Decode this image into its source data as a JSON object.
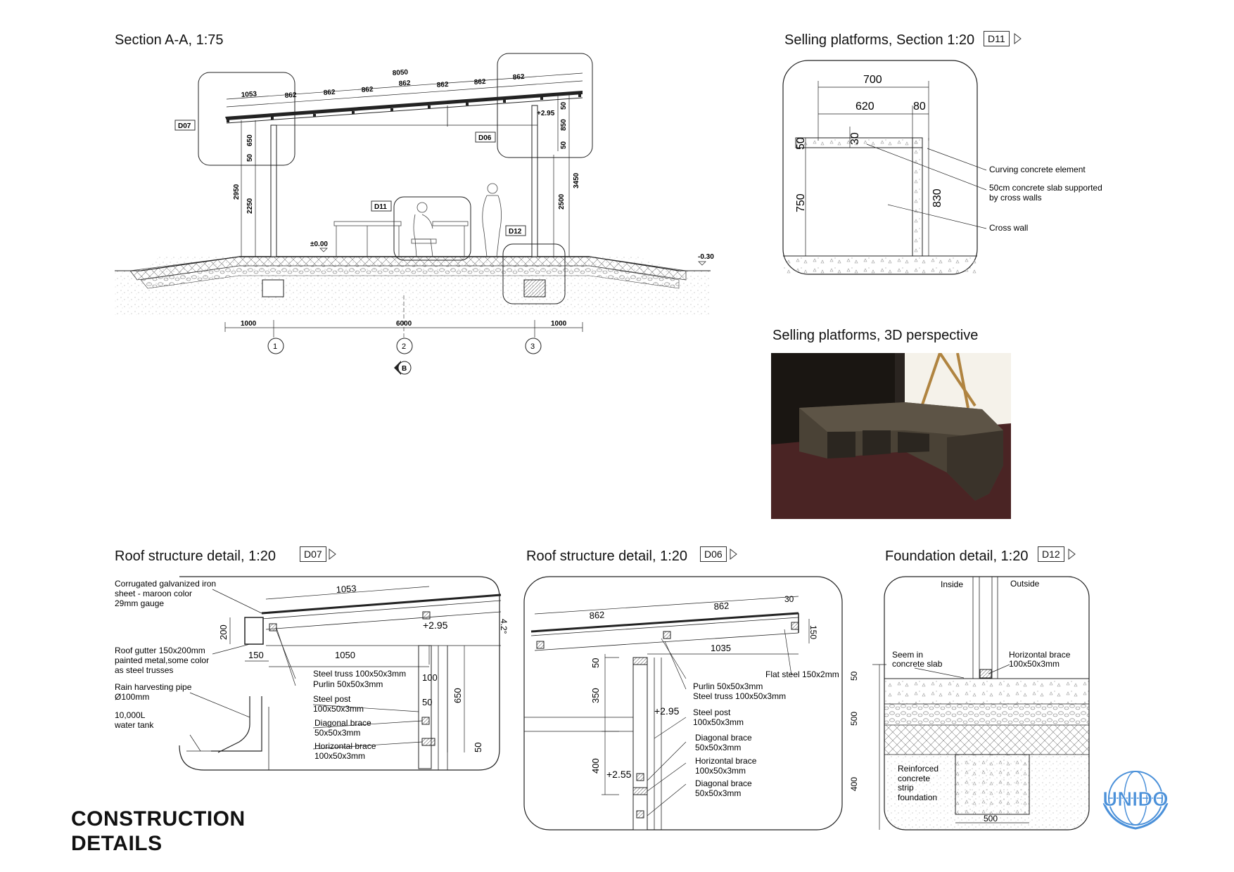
{
  "titles": {
    "section_aa": "Section A-A, 1:75",
    "platform_section": "Selling platforms, Section 1:20",
    "platform_3d": "Selling platforms, 3D perspective",
    "roof_d07": "Roof structure detail, 1:20",
    "roof_d06": "Roof structure detail, 1:20",
    "foundation": "Foundation detail, 1:20"
  },
  "tags": {
    "d07": "D07",
    "d06": "D06",
    "d11": "D11",
    "d12": "D12"
  },
  "page_title": {
    "line1": "CONSTRUCTION",
    "line2": "DETAILS"
  },
  "logo": {
    "text": "UNIDO"
  },
  "section": {
    "total_roof": "8050",
    "roof_segments": [
      "1053",
      "862",
      "862",
      "862",
      "862",
      "862",
      "862",
      "862"
    ],
    "post_left": [
      "650",
      "50",
      "2950",
      "2250"
    ],
    "post_right": [
      "50",
      "850",
      "50",
      "3450",
      "2500"
    ],
    "level_top": "+2.95",
    "level_floor": "±0.00",
    "level_outside": "-0.30",
    "bottom_dims": [
      "1000",
      "6000",
      "1000"
    ],
    "grid_axes": [
      "1",
      "2",
      "3"
    ],
    "section_mark": "B"
  },
  "platform": {
    "dims": {
      "w700": "700",
      "w620": "620",
      "w80": "80",
      "h50": "50",
      "h30": "30",
      "h750": "750",
      "h830": "830"
    },
    "labels": {
      "curving": "Curving concrete element",
      "slab1": "50cm concrete slab supported",
      "slab2": "by cross walls",
      "crosswall": "Cross wall"
    }
  },
  "d07": {
    "dims": {
      "top": "1053",
      "pitch": "4.2°",
      "h200": "200",
      "w150": "150",
      "w1050": "1050",
      "h100": "100",
      "h650": "650",
      "h50a": "50",
      "h50b": "50"
    },
    "level": "+2.95",
    "labels": {
      "sheet1": "Corrugated galvanized iron",
      "sheet2": "sheet - maroon color",
      "sheet3": "29mm gauge",
      "gutter1": "Roof gutter 150x200mm",
      "gutter2": "painted metal,some color",
      "gutter3": "as steel trusses",
      "pipe1": "Rain harvesting pipe",
      "pipe2": "Ø100mm",
      "tank1": "10,000L",
      "tank2": "water tank",
      "truss": "Steel truss 100x50x3mm",
      "purlin": "Purlin 50x50x3mm",
      "post1": "Steel post",
      "post2": "100x50x3mm",
      "diag1": "Diagonal brace",
      "diag2": "50x50x3mm",
      "horiz1": "Horizontal brace",
      "horiz2": "100x50x3mm"
    }
  },
  "d06": {
    "dims": {
      "a": "862",
      "b": "862",
      "c": "30",
      "h150": "150",
      "w1035": "1035",
      "h50": "50",
      "h350": "350",
      "h400": "400"
    },
    "levels": {
      "top": "+2.95",
      "low": "+2.55"
    },
    "labels": {
      "flat": "Flat steel 150x2mm",
      "purlin": "Purlin 50x50x3mm",
      "truss": "Steel truss 100x50x3mm",
      "post1": "Steel post",
      "post2": "100x50x3mm",
      "diag1": "Diagonal brace",
      "diag2": "50x50x3mm",
      "horiz1": "Horizontal brace",
      "horiz2": "100x50x3mm",
      "diagb1": "Diagonal brace",
      "diagb2": "50x50x3mm"
    }
  },
  "d12": {
    "labels": {
      "inside": "Inside",
      "outside": "Outside",
      "seem1": "Seem in",
      "seem2": "concrete slab",
      "hb1": "Horizontal brace",
      "hb2": "100x50x3mm",
      "rc1": "Reinforced",
      "rc2": "concrete",
      "rc3": "strip",
      "rc4": "foundation"
    },
    "dims": {
      "h50": "50",
      "h500": "500",
      "h400": "400",
      "w500": "500"
    }
  },
  "colors": {
    "floor_3d": "#4a2424",
    "platform_3d": "#4a4236",
    "wall_3d": "#1a1612",
    "logo": "#4a90d9"
  }
}
